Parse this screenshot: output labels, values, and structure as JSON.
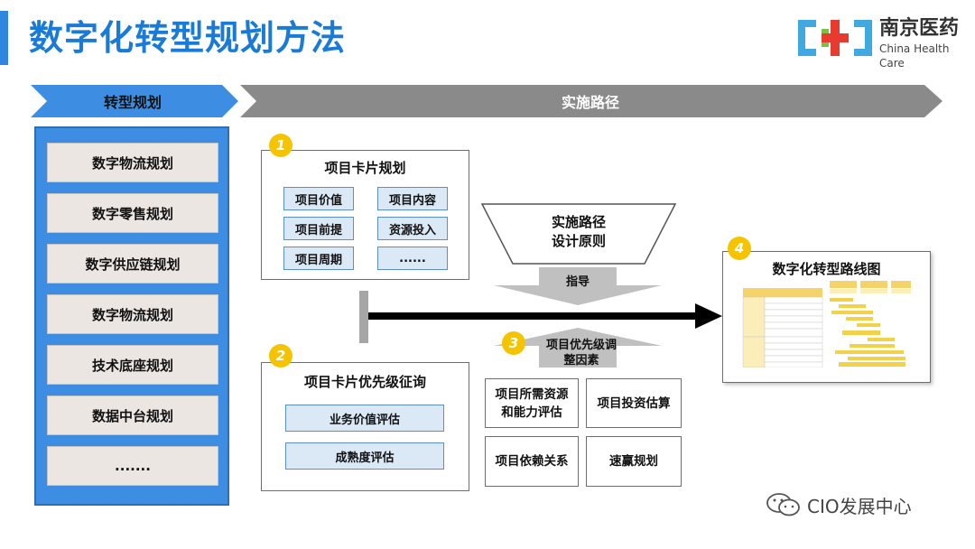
{
  "header": {
    "title": "数字化转型规划方法",
    "logo_cn": "南京医药",
    "logo_en": "China Health Care"
  },
  "chevrons": {
    "left": "转型规划",
    "right": "实施路径"
  },
  "left_items": [
    "数字物流规划",
    "数字零售规划",
    "数字供应链规划",
    "数字物流规划",
    "技术底座规划",
    "数据中台规划",
    "......."
  ],
  "card1": {
    "num": "1",
    "title": "项目卡片规划",
    "cells": [
      "项目价值",
      "项目内容",
      "项目前提",
      "资源投入",
      "项目周期",
      "......"
    ]
  },
  "card2": {
    "num": "2",
    "title": "项目卡片优先级征询",
    "cells": [
      "业务价值评估",
      "成熟度评估"
    ]
  },
  "principle": {
    "line1": "实施路径",
    "line2": "设计原则",
    "guide": "指导"
  },
  "factors": {
    "num": "3",
    "line1": "项目优先级调",
    "line2": "整因素",
    "items": [
      {
        "l1": "项目所需资源",
        "l2": "和能力评估"
      },
      {
        "l1": "项目投资估算",
        "l2": ""
      },
      {
        "l1": "项目依赖关系",
        "l2": ""
      },
      {
        "l1": "速赢规划",
        "l2": ""
      }
    ]
  },
  "roadmap": {
    "num": "4",
    "title": "数字化转型路线图"
  },
  "watermark": "CIO发展中心",
  "colors": {
    "accent": "#1a7bd6",
    "panel_blue": "#3d8ee2",
    "badge_yellow": "#f5c400",
    "chevron_gray": "#8a8a8a"
  }
}
